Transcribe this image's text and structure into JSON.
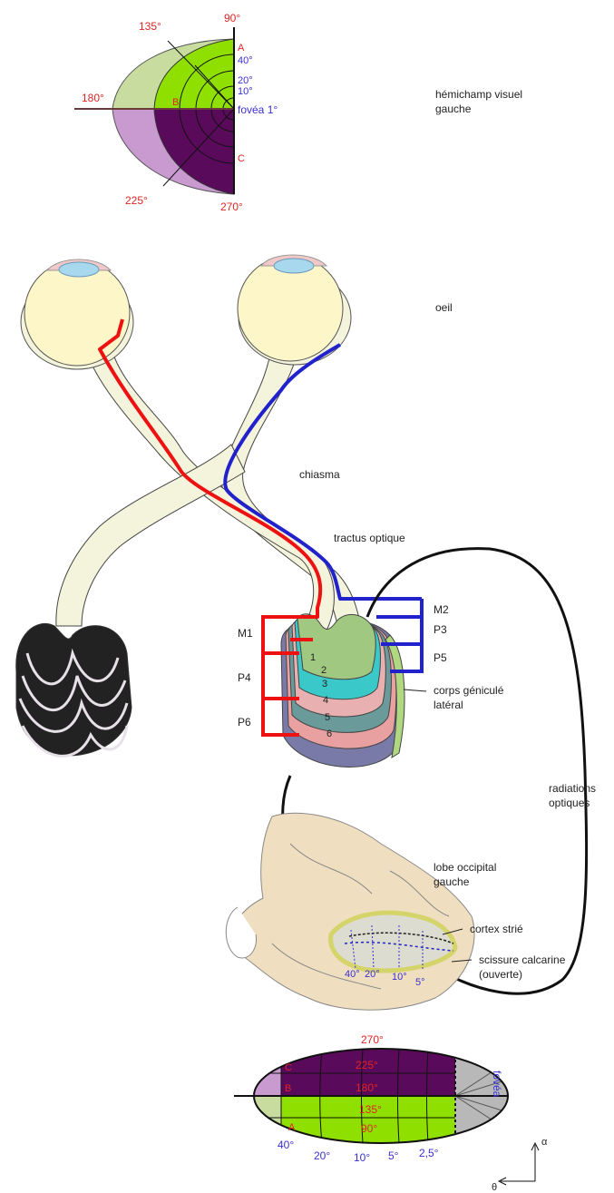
{
  "visual_field": {
    "deg_90": "90°",
    "deg_135": "135°",
    "deg_180": "180°",
    "deg_225": "225°",
    "deg_270": "270°",
    "ecc_40": "40°",
    "ecc_20": "20°",
    "ecc_10": "10°",
    "fovea": "fovéa 1°",
    "point_a": "A",
    "point_b": "B",
    "point_c": "C",
    "label_line1": "hémichamp visuel",
    "label_line2": "gauche"
  },
  "eye_label": "oeil",
  "chiasma_label": "chiasma",
  "tract_label": "tractus optique",
  "lgn": {
    "m1": "M1",
    "m2": "M2",
    "p3": "P3",
    "p4": "P4",
    "p5": "P5",
    "p6": "P6",
    "layers": [
      "1",
      "2",
      "3",
      "4",
      "5",
      "6"
    ],
    "label_line1": "corps géniculé",
    "label_line2": "latéral"
  },
  "radiations": {
    "line1": "radiations",
    "line2": "optiques"
  },
  "occipital": {
    "lobe_line1": "lobe occipital",
    "lobe_line2": "gauche",
    "striate": "cortex strié",
    "calcarine_line1": "scissure calcarine",
    "calcarine_line2": "(ouverte)",
    "ecc_40": "40°",
    "ecc_20": "20°",
    "ecc_10": "10°",
    "ecc_5": "5°"
  },
  "cortex_map": {
    "deg_270": "270°",
    "deg_225": "225°",
    "deg_180": "180°",
    "deg_135": "135°",
    "deg_90": "90°",
    "point_a": "A",
    "point_b": "B",
    "point_c": "C",
    "fovea": "fovéa",
    "ecc_40": "40°",
    "ecc_20": "20°",
    "ecc_10": "10°",
    "ecc_5": "5°",
    "ecc_2_5": "2,5°"
  },
  "axes": {
    "alpha": "α",
    "theta": "θ"
  },
  "colors": {
    "green": "#8fe000",
    "light_green": "#c8dca0",
    "purple": "#5a0a5a",
    "light_purple": "#c89ad0",
    "red_path": "#ee1111",
    "blue_path": "#2222cc",
    "nerve": "#f4f4dc"
  }
}
